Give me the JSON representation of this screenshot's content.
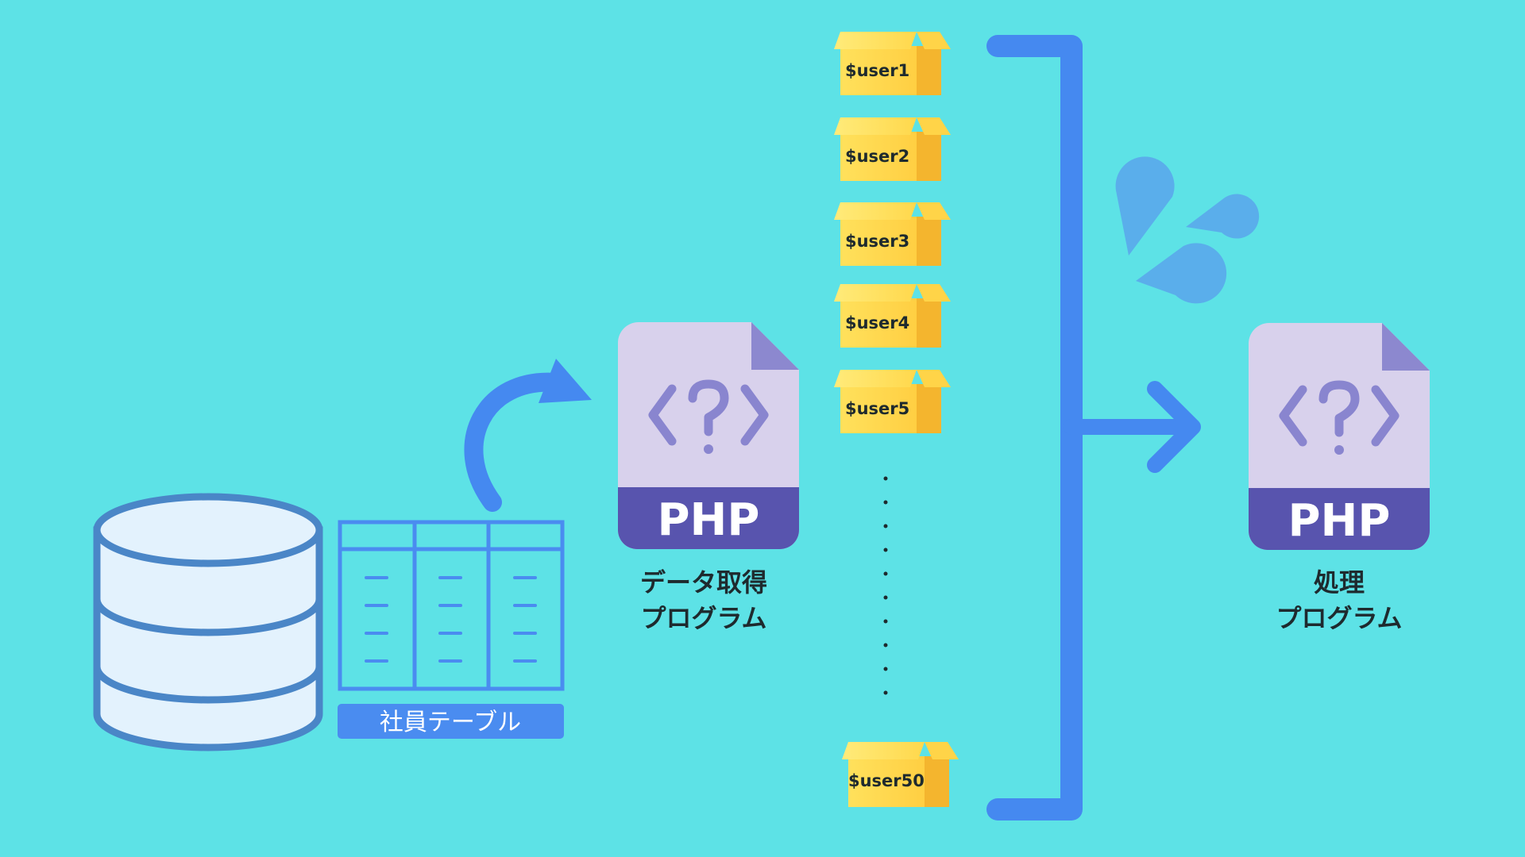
{
  "table_label": "社員テーブル",
  "fetch_program": {
    "badge": "PHP",
    "label_lines": [
      "データ取得",
      "プログラム"
    ]
  },
  "process_program": {
    "badge": "PHP",
    "label_lines": [
      "処理",
      "プログラム"
    ]
  },
  "user_boxes": [
    "$user1",
    "$user2",
    "$user3",
    "$user4",
    "$user5",
    "$user50"
  ],
  "ellipsis_dot_count": 10,
  "colors": {
    "background": "#5DE2E6",
    "flow_blue": "#4589F0",
    "db_fill": "#E3F2FD",
    "db_stroke": "#4A86C7",
    "table_blue": "#4A8CF0",
    "php_page": "#D8D1EC",
    "php_band": "#5854AE",
    "php_fold": "#8C88CF",
    "php_code": "#8985CF",
    "box_yellow": "#FFD64A",
    "box_shade": "#F4B52E",
    "drops": "#5AAEEB"
  },
  "icons": [
    "database-icon",
    "table-icon",
    "curved-arrow-icon",
    "php-file-icon",
    "box-icon",
    "bracket-arrow-icon",
    "sweat-drops-icon"
  ]
}
